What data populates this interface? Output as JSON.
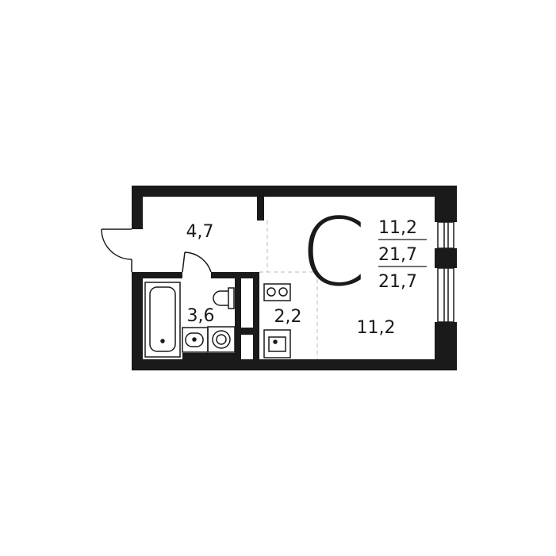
{
  "plan": {
    "type_letter": "С",
    "areas": {
      "living": "11,2",
      "total": "21,7",
      "total_with_balcony": "21,7"
    },
    "rooms": [
      {
        "id": "hallway",
        "area": "4,7"
      },
      {
        "id": "bathroom",
        "area": "3,6"
      },
      {
        "id": "kitchen",
        "area": "2,2"
      },
      {
        "id": "living-room",
        "area": "11,2"
      }
    ],
    "colors": {
      "wall": "#1a1a1a",
      "background": "#ffffff",
      "dashed": "#bbbbbb"
    }
  }
}
